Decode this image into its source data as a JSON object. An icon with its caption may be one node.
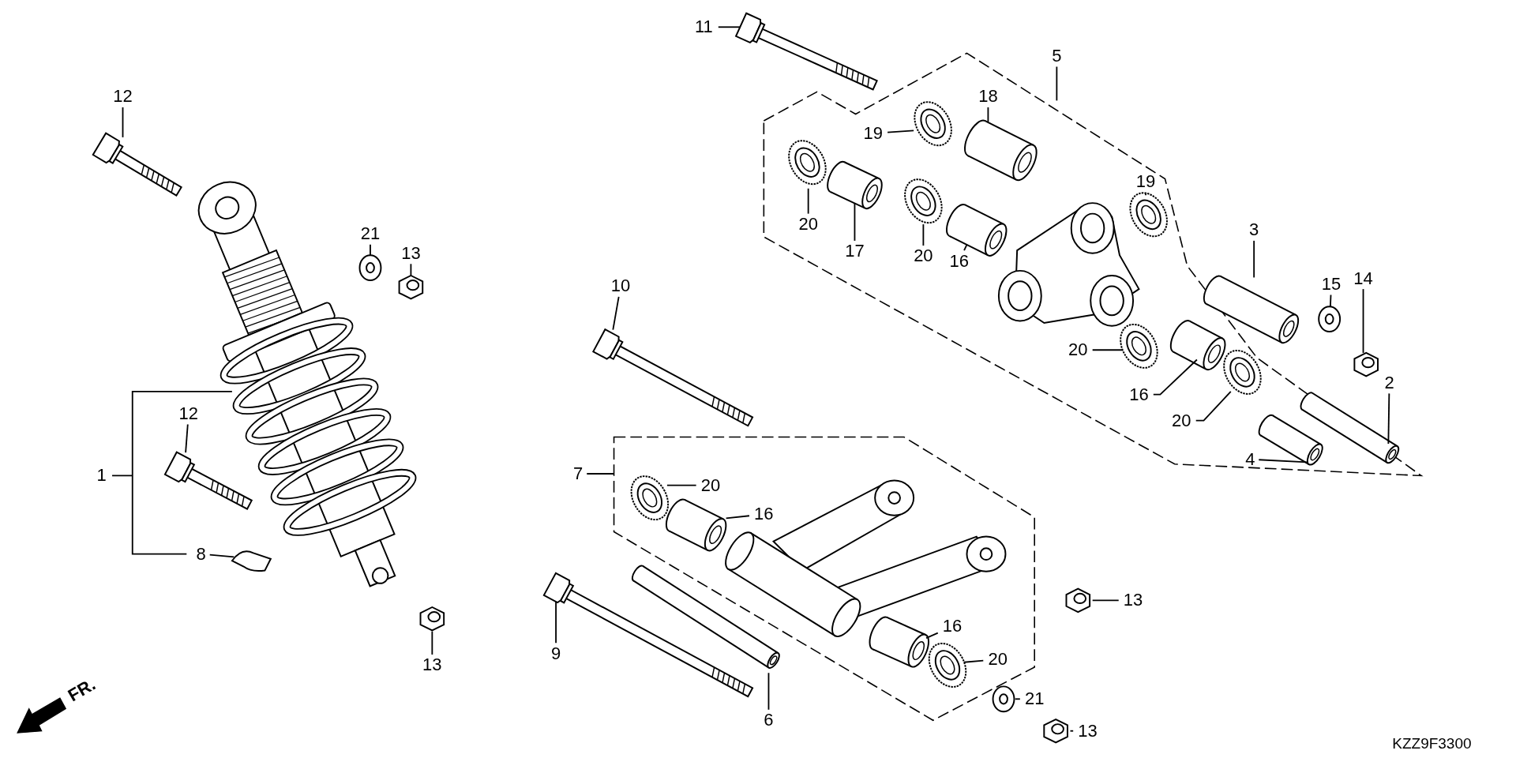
{
  "diagram": {
    "nodes": [
      {
        "text": [
          "11"
        ]
      },
      {
        "text": [
          "12"
        ]
      },
      {
        "text": [
          "5"
        ]
      },
      {
        "text": [
          "18"
        ]
      },
      {
        "text": [
          "19"
        ]
      },
      {
        "text": [
          "19"
        ]
      },
      {
        "text": [
          "20"
        ]
      },
      {
        "text": [
          "17"
        ]
      },
      {
        "text": [
          "20"
        ]
      },
      {
        "text": [
          "16"
        ]
      },
      {
        "text": [
          "21"
        ]
      },
      {
        "text": [
          "13"
        ]
      },
      {
        "text": [
          "3"
        ]
      },
      {
        "text": [
          "15"
        ]
      },
      {
        "text": [
          "14"
        ]
      },
      {
        "text": [
          "10"
        ]
      },
      {
        "text": [
          "20"
        ]
      },
      {
        "text": [
          "16"
        ]
      },
      {
        "text": [
          "2"
        ]
      },
      {
        "text": [
          "20"
        ]
      },
      {
        "text": [
          "12"
        ]
      },
      {
        "text": [
          "4"
        ]
      },
      {
        "text": [
          "1"
        ]
      },
      {
        "text": [
          "7"
        ]
      },
      {
        "text": [
          "20"
        ]
      },
      {
        "text": [
          "16"
        ]
      },
      {
        "text": [
          "8"
        ]
      },
      {
        "text": [
          "13"
        ]
      },
      {
        "text": [
          "16"
        ]
      },
      {
        "text": [
          "9"
        ]
      },
      {
        "text": [
          "20"
        ]
      },
      {
        "text": [
          "13"
        ]
      },
      {
        "text": [
          "21"
        ]
      },
      {
        "text": [
          "6"
        ]
      },
      {
        "text": [
          "13"
        ]
      },
      {
        "text": [],
        "shape": "picture"
      },
      {
        "text": [],
        "shape": "picture"
      },
      {
        "text": [],
        "shape": "picture"
      },
      {
        "text": [],
        "shape": "picture"
      },
      {
        "text": [],
        "shape": "picture"
      },
      {
        "text": [],
        "shape": "picture"
      },
      {
        "text": [],
        "shape": "picture"
      },
      {
        "text": [],
        "shape": "picture"
      },
      {
        "text": [],
        "shape": "picture"
      },
      {
        "text": [],
        "shape": "picture"
      },
      {
        "text": [],
        "shape": "picture"
      },
      {
        "text": [],
        "shape": "picture"
      },
      {
        "text": [],
        "shape": "picture"
      },
      {
        "text": [],
        "shape": "picture"
      },
      {
        "text": [],
        "shape": "picture"
      },
      {
        "text": [],
        "shape": "picture"
      },
      {
        "text": [],
        "shape": "picture"
      },
      {
        "text": [],
        "shape": "picture"
      },
      {
        "text": [],
        "shape": "picture"
      },
      {
        "text": [],
        "shape": "picture"
      },
      {
        "text": [],
        "shape": "picture"
      },
      {
        "text": [],
        "shape": "picture"
      },
      {
        "text": [],
        "shape": "picture"
      },
      {
        "text": [],
        "shape": "picture"
      },
      {
        "text": [],
        "shape": "picture"
      },
      {
        "text": [],
        "shape": "picture"
      },
      {
        "text": [],
        "shape": "picture"
      },
      {
        "text": [],
        "shape": "picture"
      },
      {
        "text": [],
        "shape": "picture"
      },
      {
        "text": [],
        "shape": "picture"
      },
      {
        "text": [],
        "shape": "picture"
      },
      {
        "text": [],
        "shape": "picture"
      },
      {
        "text": [],
        "shape": "picture"
      }
    ],
    "edges": [
      {
        "from": 0,
        "to": 35,
        "arrow": "none"
      },
      {
        "from": 1,
        "to": 36,
        "arrow": "none"
      },
      {
        "from": 2,
        "to": null,
        "arrow": "none"
      },
      {
        "from": 3,
        "to": 37,
        "arrow": "none"
      },
      {
        "from": 4,
        "to": 38,
        "arrow": "none"
      },
      {
        "from": 5,
        "to": 39,
        "arrow": "none"
      },
      {
        "from": 6,
        "to": 40,
        "arrow": "none"
      },
      {
        "from": 7,
        "to": 41,
        "arrow": "none"
      },
      {
        "from": 8,
        "to": 42,
        "arrow": "none"
      },
      {
        "from": 9,
        "to": 43,
        "arrow": "none"
      },
      {
        "from": 10,
        "to": 44,
        "arrow": "none"
      },
      {
        "from": 11,
        "to": 45,
        "arrow": "none"
      },
      {
        "from": 12,
        "to": 46,
        "arrow": "none"
      },
      {
        "from": 13,
        "to": 47,
        "arrow": "none"
      },
      {
        "from": 14,
        "to": 48,
        "arrow": "none"
      },
      {
        "from": 15,
        "to": 49,
        "arrow": "none"
      },
      {
        "from": 16,
        "to": 50,
        "arrow": "none"
      },
      {
        "from": 17,
        "to": 51,
        "arrow": "none"
      },
      {
        "from": 18,
        "to": 52,
        "arrow": "none"
      },
      {
        "from": 19,
        "to": 53,
        "arrow": "none"
      },
      {
        "from": 20,
        "to": 54,
        "arrow": "none"
      },
      {
        "from": 21,
        "to": 55,
        "arrow": "none"
      },
      {
        "from": 23,
        "to": null,
        "arrow": "none"
      },
      {
        "from": 24,
        "to": 56,
        "arrow": "none"
      },
      {
        "from": 25,
        "to": 57,
        "arrow": "none"
      },
      {
        "from": 26,
        "to": 58,
        "arrow": "none"
      },
      {
        "from": 27,
        "to": 59,
        "arrow": "none"
      },
      {
        "from": 28,
        "to": 60,
        "arrow": "none"
      },
      {
        "from": 29,
        "to": 61,
        "arrow": "none"
      },
      {
        "from": 30,
        "to": 62,
        "arrow": "none"
      },
      {
        "from": 31,
        "to": 63,
        "arrow": "none"
      },
      {
        "from": 32,
        "to": 64,
        "arrow": "none"
      },
      {
        "from": 33,
        "to": 65,
        "arrow": "none"
      },
      {
        "from": 34,
        "to": 66,
        "arrow": "none"
      }
    ],
    "labels": [
      "FR.",
      "KZZ9F3300"
    ]
  }
}
